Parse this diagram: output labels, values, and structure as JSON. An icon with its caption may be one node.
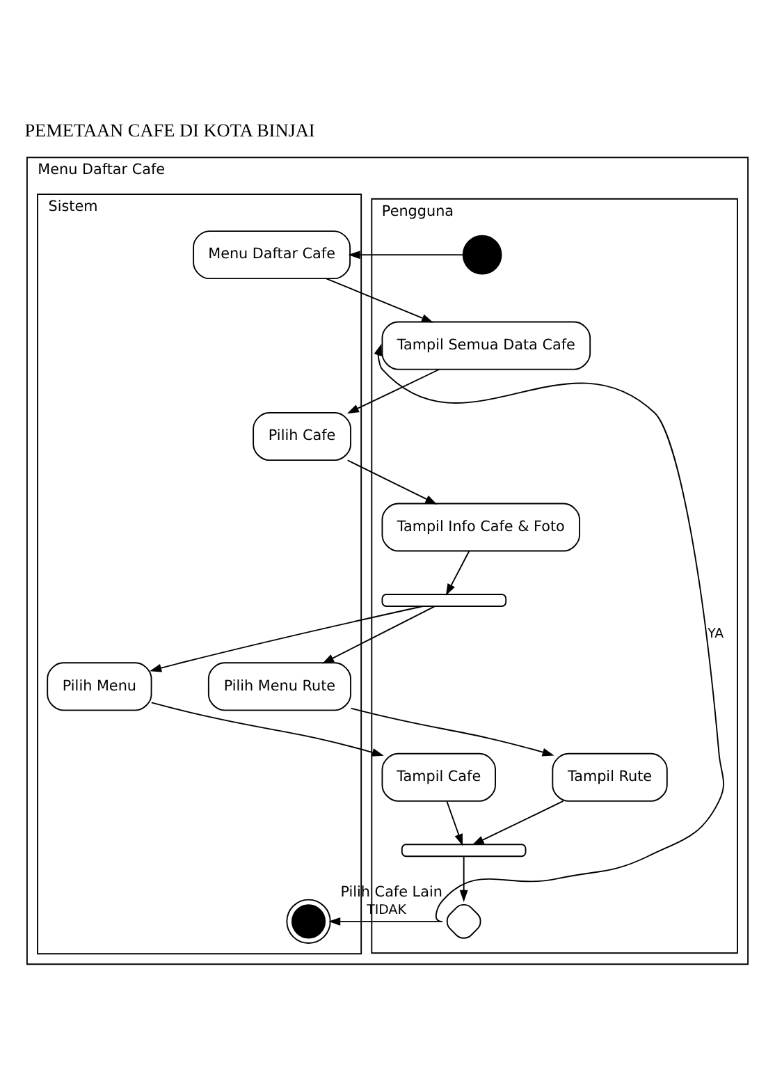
{
  "diagram": {
    "title": "PEMETAAN CAFE DI KOTA BINJAI",
    "nodes": [
      {
        "text": [
          "Menu Daftar Cafe"
        ]
      },
      {
        "text": [
          "Pengguna"
        ],
        "in": 0
      },
      {
        "text": [
          "Sistem"
        ],
        "in": 0
      },
      {
        "text": [],
        "shape": "circle",
        "in": 1
      },
      {
        "text": [
          "Menu Daftar Cafe"
        ],
        "in": 2
      },
      {
        "text": [
          "Tampil Semua Data Cafe"
        ],
        "in": 1
      },
      {
        "text": [
          "Pilih Cafe"
        ],
        "in": 2
      },
      {
        "text": [
          "Tampil Info Cafe & Foto"
        ],
        "in": 1
      },
      {
        "text": [],
        "shape": "bar",
        "in": 1
      },
      {
        "text": [
          "Pilih Menu"
        ],
        "in": 2
      },
      {
        "text": [
          "Pilih Menu Rute"
        ],
        "in": 2
      },
      {
        "text": [
          "Tampil Rute"
        ],
        "in": 1
      },
      {
        "text": [
          "Tampil Cafe"
        ],
        "in": 1
      },
      {
        "text": [],
        "shape": "bar",
        "in": 1
      },
      {
        "text": [],
        "shape": "diamond",
        "beside": [
          "Pilih Cafe Lain"
        ],
        "in": 1
      },
      {
        "text": [],
        "shape": "bullseye",
        "in": 2
      }
    ],
    "edges": [
      {
        "from": 3,
        "to": 4,
        "arrow": "to"
      },
      {
        "from": 4,
        "to": 5,
        "arrow": "to"
      },
      {
        "from": 5,
        "to": 6,
        "arrow": "to"
      },
      {
        "from": 6,
        "to": 7,
        "arrow": "to"
      },
      {
        "from": 7,
        "to": 8,
        "arrow": "to"
      },
      {
        "from": 8,
        "to": 9,
        "arrow": "to"
      },
      {
        "from": 8,
        "to": 10,
        "arrow": "to"
      },
      {
        "from": 10,
        "to": 11,
        "arrow": "to"
      },
      {
        "from": 9,
        "to": 12,
        "arrow": "to"
      },
      {
        "from": 11,
        "to": 13,
        "arrow": "to"
      },
      {
        "from": 12,
        "to": 13,
        "arrow": "to"
      },
      {
        "from": 13,
        "to": 14,
        "arrow": "to"
      },
      {
        "from": 14,
        "to": 5,
        "arrow": "to",
        "label": "YA"
      },
      {
        "from": 14,
        "to": 15,
        "arrow": "to",
        "label": "TIDAK"
      }
    ]
  }
}
